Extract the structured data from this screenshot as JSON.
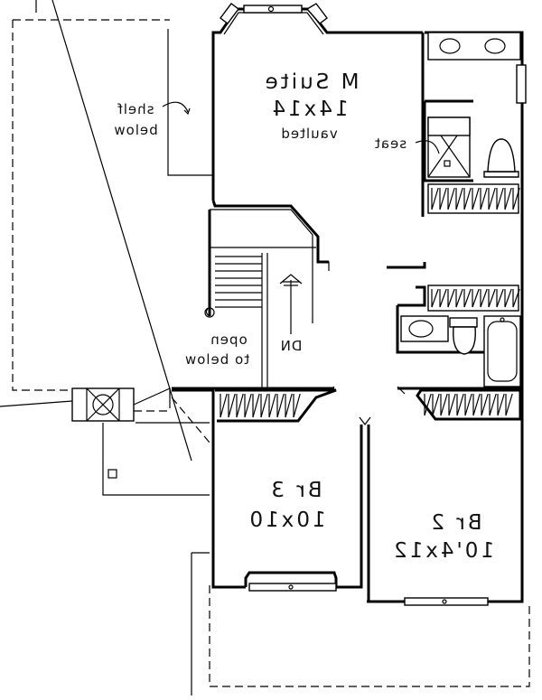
{
  "rooms": {
    "master": {
      "name": "M Suite",
      "size": "14x14",
      "note": "vaulted"
    },
    "bedroom3": {
      "name": "Br 3",
      "size": "10x10"
    },
    "bedroom2": {
      "name": "Br 2",
      "size": "10'4x12"
    }
  },
  "notes": {
    "shelf_line1": "shelf",
    "shelf_line2": "below",
    "seat": "seat",
    "open_line1": "open",
    "open_line2": "to below",
    "stairs_down": "DN"
  }
}
